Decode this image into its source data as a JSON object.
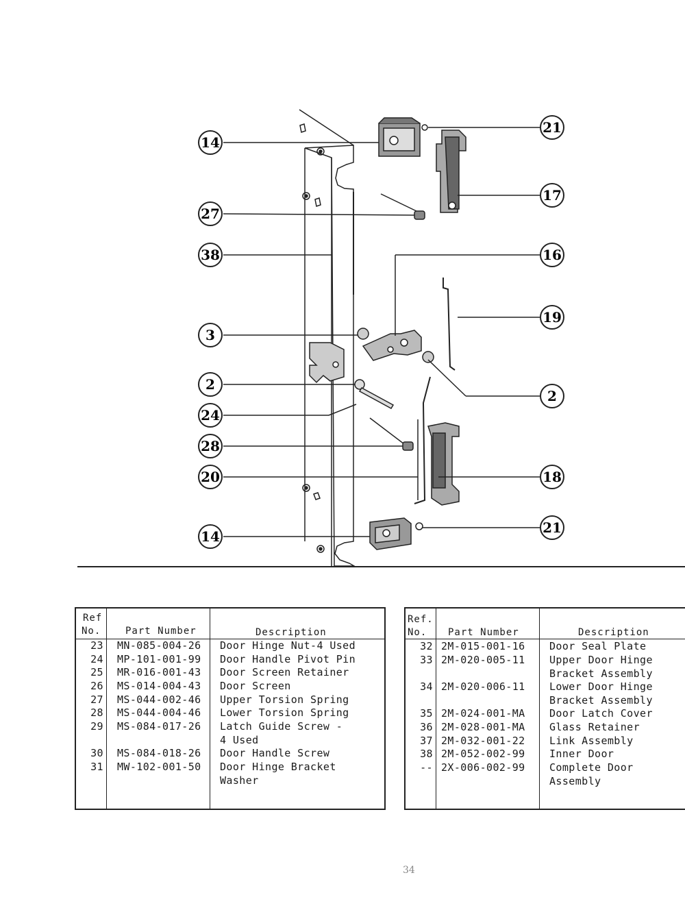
{
  "callouts": [
    "14",
    "27",
    "38",
    "3",
    "2",
    "24",
    "28",
    "20",
    "14",
    "21",
    "17",
    "16",
    "19",
    "2",
    "18",
    "21"
  ],
  "table_headers": {
    "ref": "Ref.",
    "no": "No.",
    "part_number": "Part Number",
    "description": "Description"
  },
  "table_left": {
    "headers": {
      "ref": "Ref",
      "no": "No."
    },
    "rows": [
      {
        "ref": "23",
        "part": "MN-085-004-26",
        "desc": [
          "Door Hinge Nut-4 Used"
        ]
      },
      {
        "ref": "24",
        "part": "MP-101-001-99",
        "desc": [
          "Door Handle Pivot Pin"
        ]
      },
      {
        "ref": "25",
        "part": "MR-016-001-43",
        "desc": [
          "Door Screen Retainer"
        ]
      },
      {
        "ref": "26",
        "part": "MS-014-004-43",
        "desc": [
          "Door Screen"
        ]
      },
      {
        "ref": "27",
        "part": "MS-044-002-46",
        "desc": [
          "Upper Torsion Spring"
        ]
      },
      {
        "ref": "28",
        "part": "MS-044-004-46",
        "desc": [
          "Lower Torsion Spring"
        ]
      },
      {
        "ref": "29",
        "part": "MS-084-017-26",
        "desc": [
          "Latch Guide Screw -",
          "4 Used"
        ]
      },
      {
        "ref": "30",
        "part": "MS-084-018-26",
        "desc": [
          "Door Handle Screw"
        ]
      },
      {
        "ref": "31",
        "part": "MW-102-001-50",
        "desc": [
          "Door Hinge Bracket",
          "Washer"
        ]
      }
    ]
  },
  "table_right": {
    "headers": {
      "ref": "Ref.",
      "no": "No."
    },
    "rows": [
      {
        "ref": "32",
        "part": "2M-015-001-16",
        "desc": [
          "Door Seal Plate"
        ]
      },
      {
        "ref": "33",
        "part": "2M-020-005-11",
        "desc": [
          "Upper Door Hinge",
          "Bracket Assembly"
        ]
      },
      {
        "ref": "34",
        "part": "2M-020-006-11",
        "desc": [
          "Lower Door Hinge",
          "Bracket Assembly"
        ]
      },
      {
        "ref": "35",
        "part": "2M-024-001-MA",
        "desc": [
          "Door Latch Cover"
        ]
      },
      {
        "ref": "36",
        "part": "2M-028-001-MA",
        "desc": [
          "Glass Retainer"
        ]
      },
      {
        "ref": "37",
        "part": "2M-032-001-22",
        "desc": [
          "Link Assembly"
        ]
      },
      {
        "ref": "38",
        "part": "2M-052-002-99",
        "desc": [
          "Inner Door"
        ]
      },
      {
        "ref": "--",
        "part": "2X-006-002-99",
        "desc": [
          "Complete Door",
          "Assembly"
        ]
      }
    ]
  },
  "page_number": "34"
}
